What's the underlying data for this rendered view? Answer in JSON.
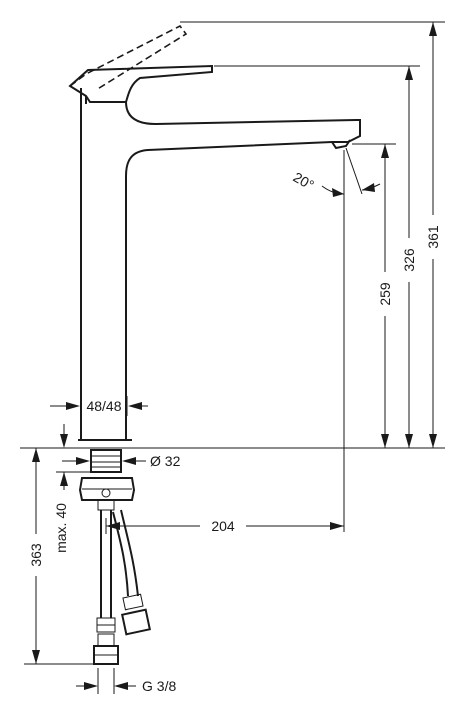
{
  "dimensions": {
    "total_height": "361",
    "spout_height": "326",
    "outlet_height": "259",
    "spout_angle": "20°",
    "projection": "204",
    "base_width": "48/48",
    "hole_diameter": "Ø 32",
    "below_counter_length": "363",
    "max_counter_thickness": "max. 40",
    "connection_thread": "G 3/8"
  },
  "colors": {
    "line": "#1a1a1a",
    "background": "#ffffff"
  }
}
